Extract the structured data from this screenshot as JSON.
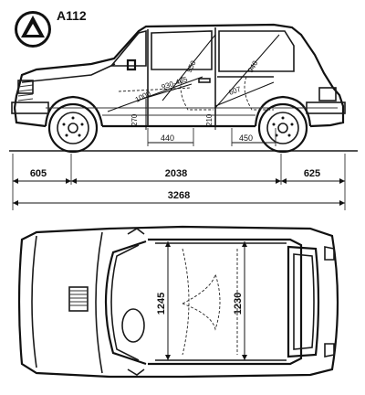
{
  "title": "A112",
  "side_view": {
    "dims": {
      "front_overhang": "605",
      "wheelbase": "2038",
      "rear_overhang": "625",
      "overall_length": "3268",
      "seat_floor": "440",
      "rear_floor": "450",
      "front_height": "270",
      "rear_height": "210",
      "front_diag": "1000",
      "seat_diag": "930-465",
      "b_pillar_diag": "950",
      "rear_roof_diag": "940",
      "rear_diag": "607"
    }
  },
  "top_view": {
    "dims": {
      "front_width": "1245",
      "rear_width": "1230"
    }
  }
}
